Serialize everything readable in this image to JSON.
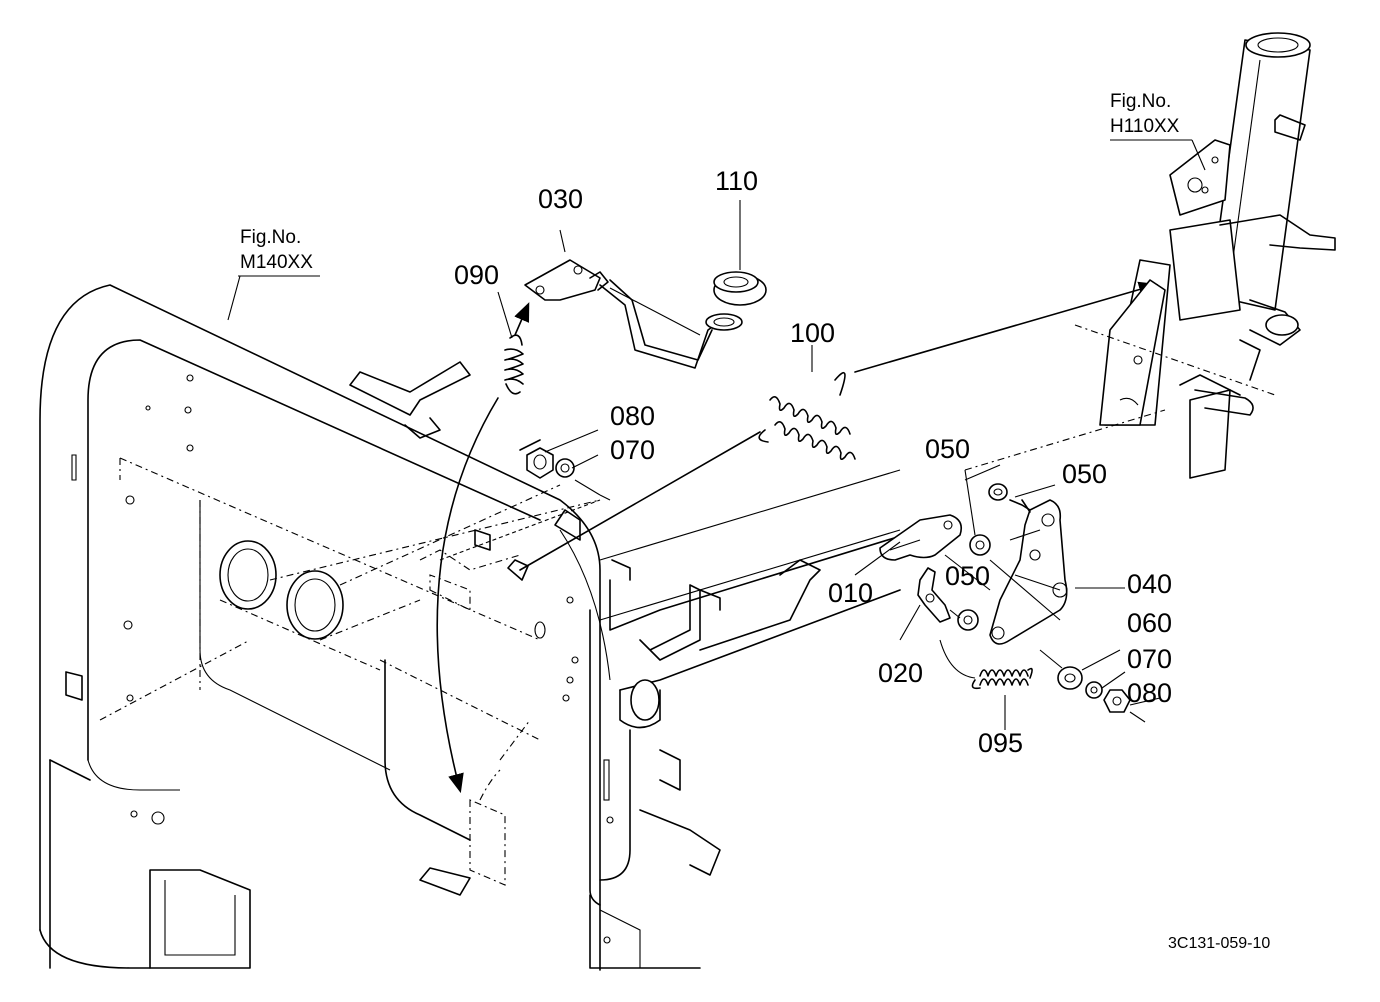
{
  "figure_refs": {
    "frame": {
      "line1": "Fig.No.",
      "line2": "M140XX"
    },
    "column": {
      "line1": "Fig.No.",
      "line2": "H110XX"
    }
  },
  "part_labels": {
    "p010": "010",
    "p020": "020",
    "p030": "030",
    "p040": "040",
    "p050a": "050",
    "p050b": "050",
    "p050c": "050",
    "p060": "060",
    "p070a": "070",
    "p070b": "070",
    "p080a": "080",
    "p080b": "080",
    "p090": "090",
    "p095": "095",
    "p100": "100",
    "p110": "110"
  },
  "drawing_code": "3C131-059-10"
}
